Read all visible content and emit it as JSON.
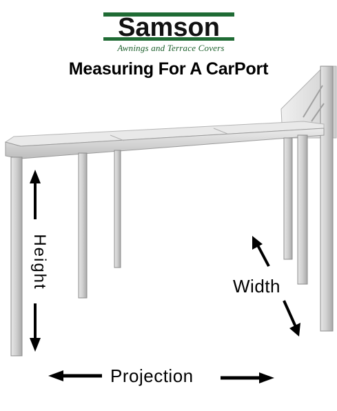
{
  "logo": {
    "wordmark": "Samson",
    "tagline": "Awnings and Terrace Covers",
    "colors": {
      "text": "#111111",
      "stripe": "#1f6b34"
    }
  },
  "title": "Measuring For A CarPort",
  "labels": {
    "height": "Height",
    "width": "Width",
    "projection": "Projection"
  },
  "colors": {
    "post": "#c8c8c8",
    "post_edge": "#8c8c8c",
    "roof": "#d4d4d4",
    "roof_edge": "#9a9a9a",
    "arrow": "#000000"
  },
  "icons": [
    "double-headed-arrow"
  ]
}
